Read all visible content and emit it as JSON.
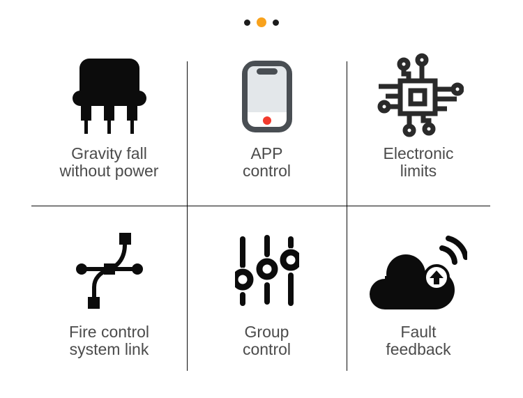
{
  "carousel": {
    "dots": [
      {
        "name": "dot-1",
        "active": false,
        "color": "#1c1c1c"
      },
      {
        "name": "dot-2",
        "active": true,
        "color": "#f8a21d"
      },
      {
        "name": "dot-3",
        "active": false,
        "color": "#1c1c1c"
      }
    ]
  },
  "features": [
    {
      "icon": "transistor-icon",
      "line1": "Gravity fall",
      "line2": "without power"
    },
    {
      "icon": "smartphone-icon",
      "line1": "APP",
      "line2": "control"
    },
    {
      "icon": "chip-icon",
      "line1": "Electronic",
      "line2": "limits"
    },
    {
      "icon": "node-link-icon",
      "line1": "Fire control",
      "line2": "system link"
    },
    {
      "icon": "sliders-icon",
      "line1": "Group",
      "line2": "control"
    },
    {
      "icon": "cloud-upload-icon",
      "line1": "Fault",
      "line2": "feedback"
    }
  ],
  "colors": {
    "background": "#ffffff",
    "text": "#4b4b4b",
    "highlight_underline": "#fad79d",
    "accent_dot": "#f8a21d",
    "divider": "#0a0a0a",
    "icon_black": "#0c0c0c",
    "chip_stroke": "#2a2a2a",
    "phone_frame": "#494e53",
    "phone_screen": "#e3e7ea",
    "phone_button": "#f23a2d"
  }
}
